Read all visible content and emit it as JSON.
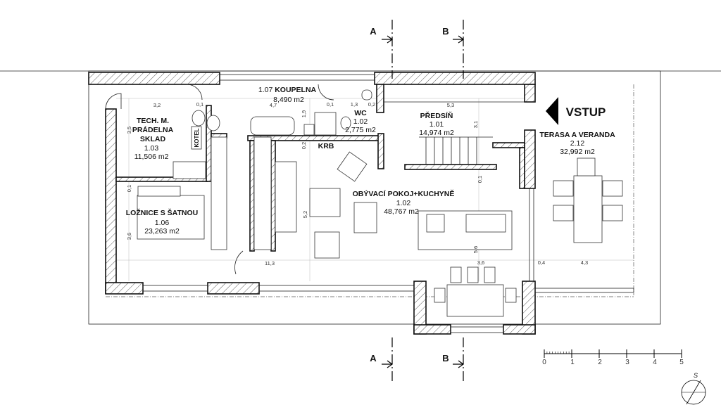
{
  "rooms": {
    "koupelna": {
      "num": "1.07",
      "name": "KOUPELNA",
      "area": "8,490 m2"
    },
    "tech": {
      "line1": "TECH. M.",
      "line2": "PRÁDELNA",
      "line3": "SKLAD",
      "num": "1.03",
      "area": "11,506 m2"
    },
    "kotel": "KOTEL",
    "wc": {
      "name": "WC",
      "num": "1.02",
      "area": "2,775 m2"
    },
    "krb": "KRB",
    "predsin": {
      "name": "PŘEDSÍŇ",
      "num": "1.01",
      "area": "14,974 m2"
    },
    "terasa": {
      "name": "TERASA A VERANDA",
      "num": "2.12",
      "area": "32,992 m2"
    },
    "obyvaci": {
      "name": "OBÝVACÍ POKOJ+KUCHYNĚ",
      "num": "1.02",
      "area": "48,767 m2"
    },
    "loznice": {
      "name": "LOŽNICE S ŠATNOU",
      "num": "1.06",
      "area": "23,263 m2"
    }
  },
  "entrance": "VSTUP",
  "sections": {
    "a": "A",
    "b": "B"
  },
  "dimensions": [
    "3,2",
    "0,1",
    "4,7",
    "0,1",
    "1,3",
    "0,2",
    "1,9",
    "0,2",
    "3,5",
    "5,3",
    "3,1",
    "0,1",
    "0,1",
    "3,6",
    "5,2",
    "11,3",
    "5,6",
    "3,6",
    "0,4",
    "4,3"
  ],
  "scale": {
    "ticks": [
      "0",
      "1",
      "2",
      "3",
      "4",
      "5"
    ]
  },
  "north": "S"
}
